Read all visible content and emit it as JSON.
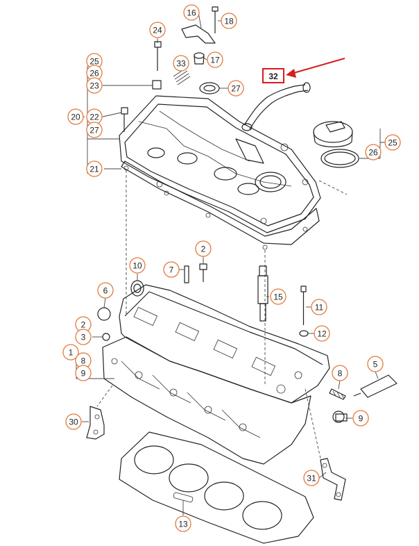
{
  "callouts": [
    {
      "label": "16"
    },
    {
      "label": "18"
    },
    {
      "label": "24"
    },
    {
      "label": "17"
    },
    {
      "label": "25"
    },
    {
      "label": "26"
    },
    {
      "label": "33"
    },
    {
      "label": "23"
    },
    {
      "label": "27"
    },
    {
      "label": "20"
    },
    {
      "label": "22"
    },
    {
      "label": "27"
    },
    {
      "label": "21"
    },
    {
      "label": "25"
    },
    {
      "label": "26"
    },
    {
      "label": "10"
    },
    {
      "label": "7"
    },
    {
      "label": "2"
    },
    {
      "label": "6"
    },
    {
      "label": "15"
    },
    {
      "label": "11"
    },
    {
      "label": "2"
    },
    {
      "label": "3"
    },
    {
      "label": "12"
    },
    {
      "label": "1"
    },
    {
      "label": "8"
    },
    {
      "label": "9"
    },
    {
      "label": "8"
    },
    {
      "label": "5"
    },
    {
      "label": "9"
    },
    {
      "label": "30"
    },
    {
      "label": "31"
    },
    {
      "label": "13"
    }
  ],
  "highlight": {
    "label": "32",
    "frame_color": "#e01818",
    "arrow_color": "#d42020"
  },
  "callout_color": "#e2793a"
}
